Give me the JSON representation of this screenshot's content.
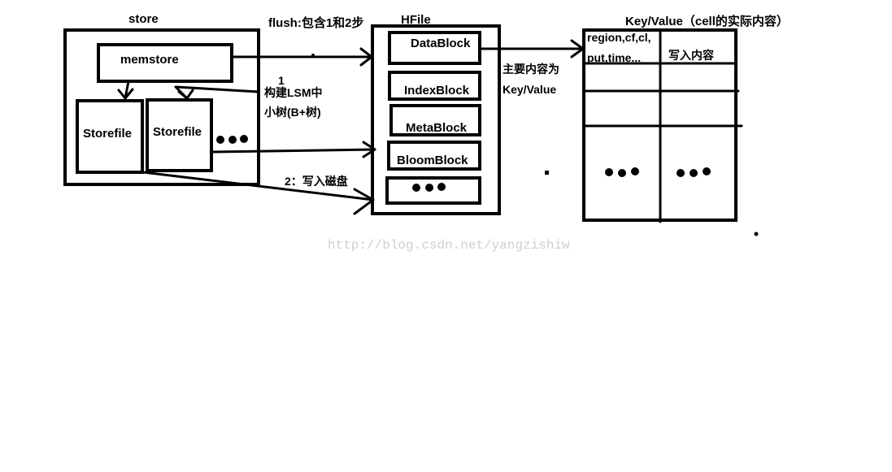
{
  "store": {
    "title": "store",
    "memstore": "memstore",
    "storefiles": [
      "Storefile",
      "Storefile"
    ]
  },
  "flush": {
    "label": "flush:包含1和2步",
    "step1_number": "1",
    "step1_line1": "构建LSM中",
    "step1_line2": "小树(B+树)",
    "step2_label": "2：写入磁盘"
  },
  "hfile": {
    "title": "HFile",
    "blocks": [
      "DataBlock",
      "IndexBlock",
      "MetaBlock",
      "BloomBlock"
    ]
  },
  "datablock_note": {
    "line1": "主要内容为",
    "line2": "Key/Value"
  },
  "keyvalue": {
    "title": "Key/Value（cell的实际内容）",
    "key_line1": "region,cf,cl,",
    "key_line2": "put,time...",
    "value": "写入内容"
  },
  "watermark": "http://blog.csdn.net/yangzishiw"
}
